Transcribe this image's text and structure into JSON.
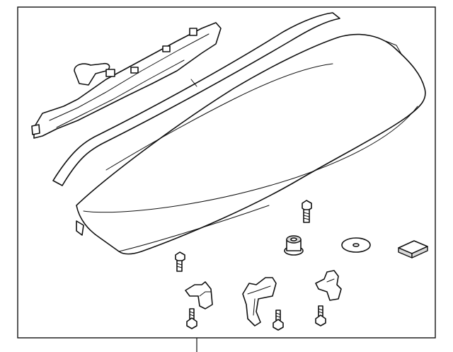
{
  "diagram": {
    "labels": [],
    "parts": [
      {
        "name": "spoiler-panel"
      },
      {
        "name": "brake-lamp-bracket"
      },
      {
        "name": "trim-strip"
      },
      {
        "name": "bolt"
      },
      {
        "name": "grommet-nut"
      },
      {
        "name": "washer"
      },
      {
        "name": "pad"
      },
      {
        "name": "mounting-bracket"
      },
      {
        "name": "screw"
      }
    ]
  },
  "colors": {
    "line": "#111111",
    "background": "#ffffff",
    "frame": "#111111"
  }
}
